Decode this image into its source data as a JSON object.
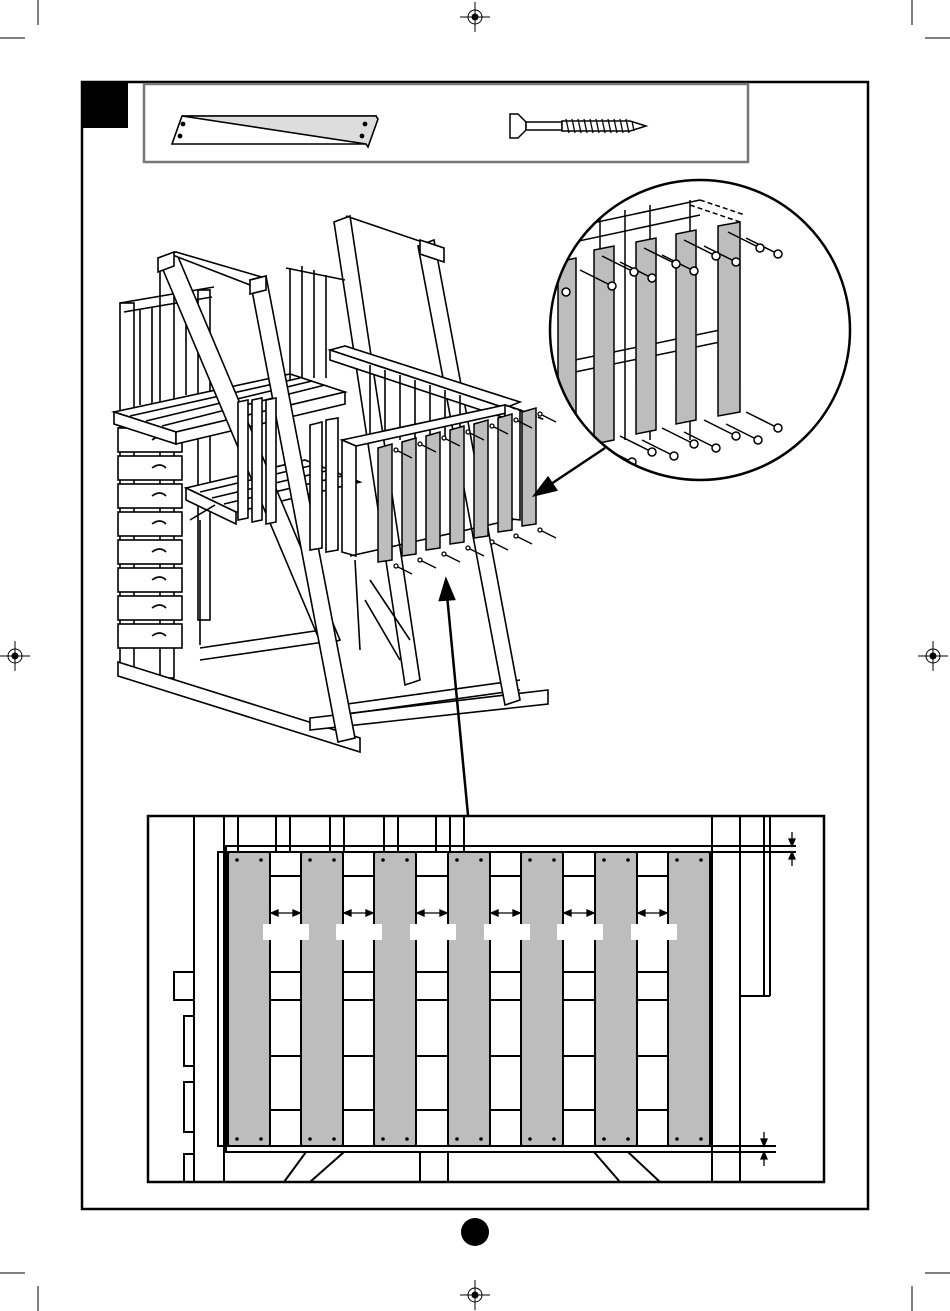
{
  "page": {
    "step_number": "",
    "page_number": ""
  },
  "parts_box": {
    "items": [
      {
        "name": "board",
        "icon": "wood-board-icon"
      },
      {
        "name": "screw",
        "icon": "screw-icon"
      }
    ]
  },
  "detail_view": {
    "board_count": 7,
    "gap_label_count": 6
  },
  "colors": {
    "board_fill": "#bdbdbd",
    "line": "#000000",
    "frame_gray": "#777777"
  }
}
